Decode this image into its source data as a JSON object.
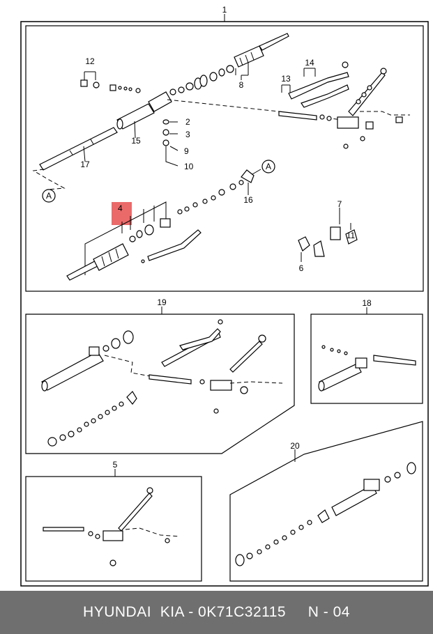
{
  "callouts": {
    "c1": "1",
    "c2": "2",
    "c3": "3",
    "c4": "4",
    "c5": "5",
    "c6": "6",
    "c7": "7",
    "c8": "8",
    "c9": "9",
    "c10": "10",
    "c11": "11",
    "c12": "12",
    "c13": "13",
    "c14": "14",
    "c15": "15",
    "c16": "16",
    "c17": "17",
    "c18": "18",
    "c19": "19",
    "c20": "20",
    "ref_a": "A"
  },
  "highlight_color": "#e85a5a",
  "footer": {
    "text": "HYUNDAI  KIA - 0K71C32115     N - 04"
  }
}
